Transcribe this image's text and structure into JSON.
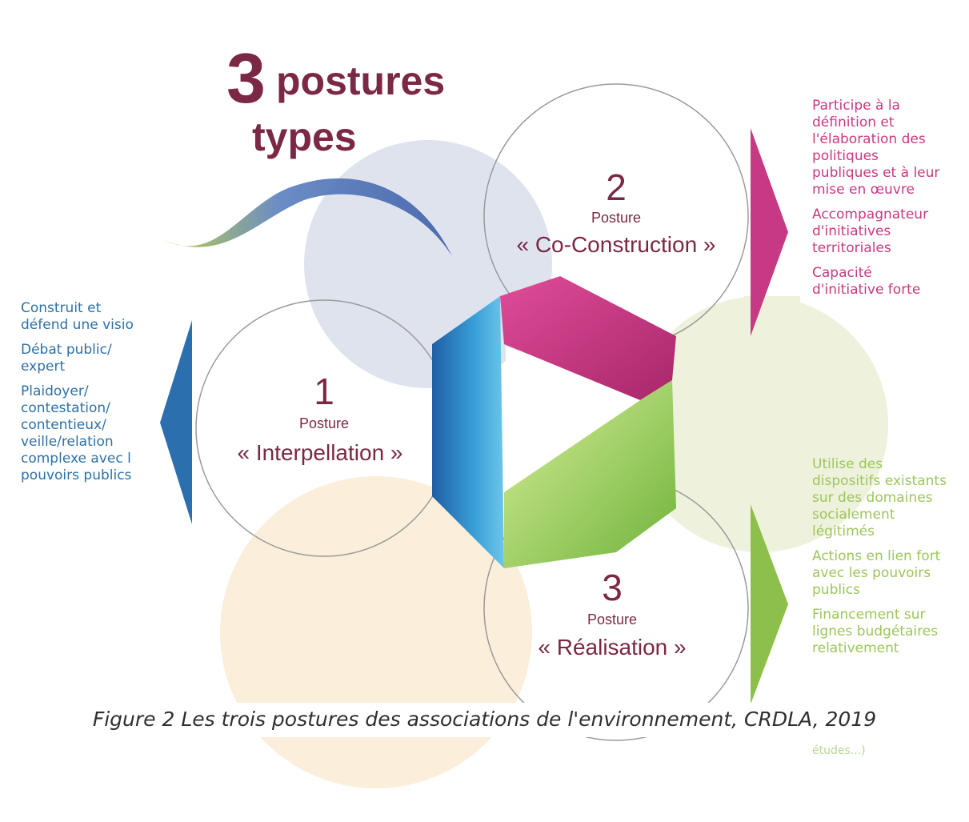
{
  "title": {
    "number": "3",
    "line1": "postures",
    "line2": "types"
  },
  "postures": [
    {
      "number": "1",
      "label": "Posture",
      "name": "« Interpellation »"
    },
    {
      "number": "2",
      "label": "Posture",
      "name": "« Co-Construction »"
    },
    {
      "number": "3",
      "label": "Posture",
      "name": "« Réalisation »"
    }
  ],
  "left_text": [
    "Construit et\ndéfend une visio",
    "Débat public/\nexpert",
    "Plaidoyer/\ncontestation/\ncontentieux/\nveille/relation\ncomplexe avec l\npouvoirs publics"
  ],
  "right_text_pink": [
    "Participe à la\ndéfinition et\nl'élaboration des\npolitiques\npubliques et à leur\nmise en œuvre",
    "Accompagnateur\nd'initiatives\nterritoriales",
    "Capacité\nd'initiative forte"
  ],
  "right_text_green": [
    "Utilise des\ndispositifs existants\nsur des domaines\nsocialement\nlégitimés",
    "Actions en lien fort\navec les pouvoirs\npublics",
    "Financement sur\nlignes budgétaires\nrelativement"
  ],
  "tail_text": "études...)",
  "caption": "Figure 2 Les trois postures des associations de l'environnement, CRDLA, 2019",
  "colors": {
    "title": "#7b2846",
    "blue": "#2c71a8",
    "pink": "#c73a83",
    "green": "#9cc65a",
    "circle_grey": "#dfe3ee",
    "circle_peach": "#fbeedb",
    "circle_green": "#eef2dc"
  }
}
